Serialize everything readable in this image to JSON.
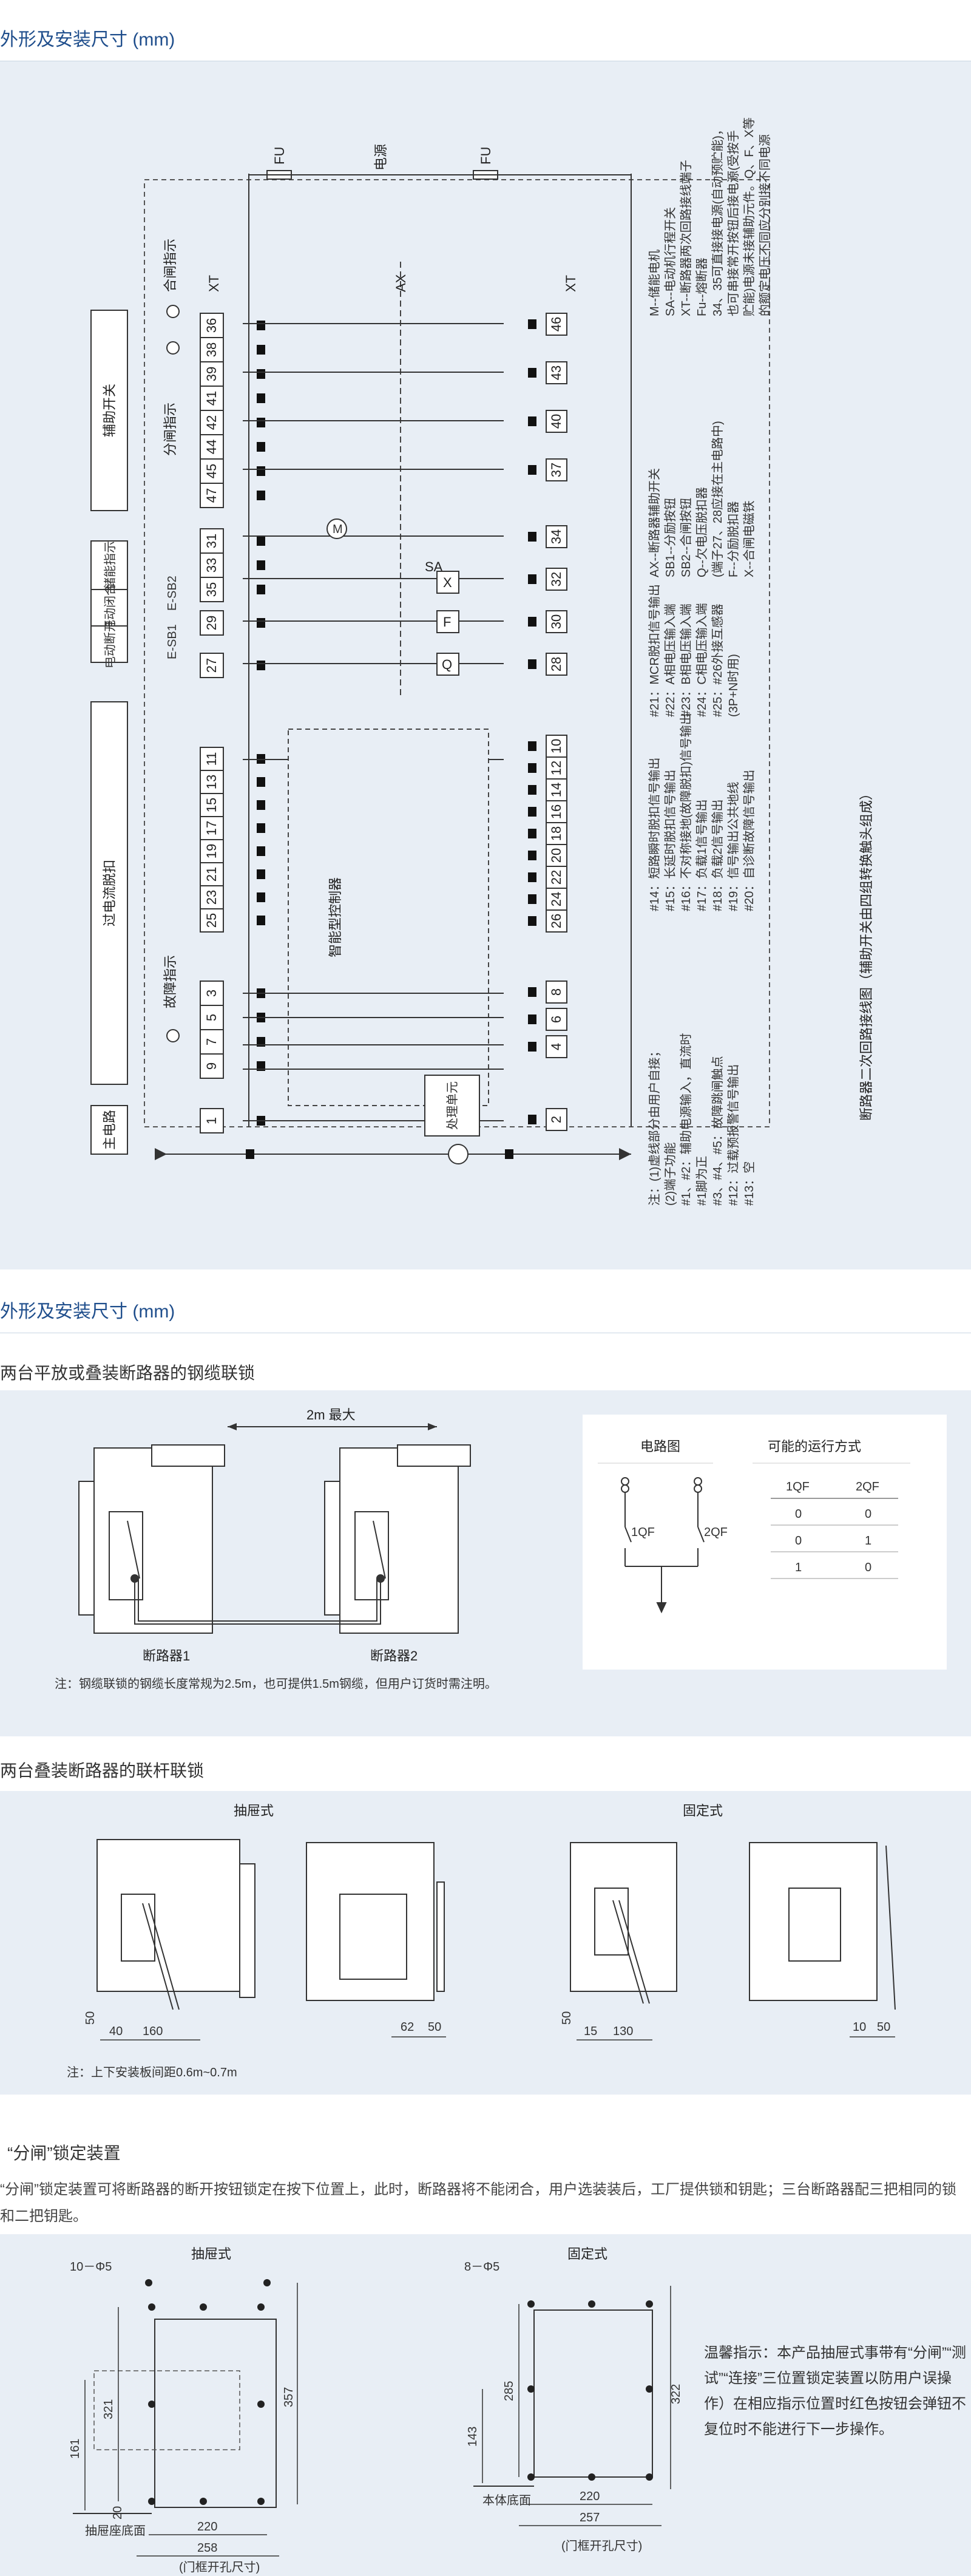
{
  "section1": {
    "title": "外形及安装尺寸 (mm)"
  },
  "wiring": {
    "left_blocks": {
      "aux_switch": "辅助开关",
      "energy_indicator": "储能指示",
      "motor_close": "电动闭合",
      "motor_open": "电动断开",
      "overcurrent": "过电流脱扣",
      "main_circuit": "主电路"
    },
    "labels": {
      "fu_left": "FU",
      "fu_right": "FU",
      "power": "电源",
      "xt_left": "XT",
      "xt_right": "XT",
      "ax": "AX",
      "close_indicator": "合闸指示",
      "open_indicator": "分闸指示",
      "fault_indicator": "故障指示",
      "controller": "智能型控制器",
      "processing_unit": "处理单元",
      "motor": "M",
      "sa": "SA",
      "e_sb2": "E-SB2",
      "e_sb1": "E-SB1",
      "x": "X",
      "f": "F",
      "q": "Q"
    },
    "left_terminals_top": [
      "36",
      "38",
      "39",
      "41",
      "42",
      "44",
      "45",
      "47"
    ],
    "left_terminals_energy": [
      "31",
      "33",
      "35"
    ],
    "left_terminals_motor": [
      "29"
    ],
    "left_terminals_27": [
      "27"
    ],
    "left_terminals_ctrl": [
      "11",
      "13",
      "15",
      "17",
      "19",
      "21",
      "23",
      "25"
    ],
    "left_terminals_fault": [
      "3",
      "5",
      "7",
      "9"
    ],
    "left_terminals_1": [
      "1"
    ],
    "right_terminals": [
      "46",
      "43",
      "40",
      "37",
      "34",
      "32",
      "30",
      "28"
    ],
    "right_terminals_ctrl": [
      "10",
      "12",
      "14",
      "16",
      "18",
      "20",
      "22",
      "24",
      "26"
    ],
    "right_terminals_bottom": [
      "8",
      "6",
      "4",
      "2"
    ],
    "notes_col1": [
      "注：(1)虚线部分由用户自接；",
      "(2)端子功能",
      "#1、#2：辅助电源输入，直流时",
      "#1脚为正",
      "#3、#4、#5：故障跳闸触点",
      "#12：过载预报警信号输出",
      "#13：空"
    ],
    "notes_col2": [
      "#14：短路瞬时脱扣信号输出",
      "#15：长延时脱扣信号输出",
      "#16：不对称接地(故障脱扣)信号输出",
      "#17：负载1信号输出",
      "#18：负载2信号输出",
      "#19：信号输出公共地线",
      "#20：自诊断故障信号输出"
    ],
    "notes_col3": [
      "#21：MCR脱扣信号输出",
      "#22：A相电压输入端",
      "#23：B相电压输入端",
      "#24：C相电压输入端",
      "#25：#26外接互感器",
      "(3P+N时用)"
    ],
    "notes_col4": [
      "AX--断路器辅助开关",
      "SB1--分励按钮",
      "SB2--合闸按钮",
      "Q--欠电压脱扣器",
      "(端子27、28应接在主电路中)",
      "F--分励脱扣器",
      "X--合闸电磁铁"
    ],
    "notes_col5": [
      "M--储能电机",
      "SA--电动机行程开关",
      "XT--断路器两次回路接线端子",
      "Fu--熔断器",
      "34、35可直接接电源(自动预贮能)，",
      "也可串接常开按钮后接电源(受按手",
      "贮能)电源未接辅助元件。Q、F、X等",
      "的额定电压不同应分别接不同电源"
    ],
    "caption": "断路器二次回路接线图（辅助开关由四组转换触头组成）"
  },
  "section2": {
    "title": "外形及安装尺寸 (mm)"
  },
  "cable_lock": {
    "title": "两台平放或叠装断路器的钢缆联锁",
    "max_len": "2m 最大",
    "breaker1": "断路器1",
    "breaker2": "断路器2",
    "note": "注：钢缆联锁的钢缆长度常规为2.5m，也可提供1.5m钢缆，但用户订货时需注明。",
    "circuit_label": "电路图",
    "run_label": "可能的运行方式",
    "qf1": "1QF",
    "qf2": "2QF",
    "table_headers": [
      "1QF",
      "2QF"
    ],
    "table_rows": [
      [
        "0",
        "0"
      ],
      [
        "0",
        "1"
      ],
      [
        "1",
        "0"
      ]
    ]
  },
  "rod_lock": {
    "title": "两台叠装断路器的联杆联锁",
    "drawout": "抽屉式",
    "fixed": "固定式",
    "dims_left": [
      "50",
      "40",
      "160"
    ],
    "dims_mid": [
      "62",
      "50"
    ],
    "dims_fixed_left": [
      "50",
      "15",
      "130"
    ],
    "dims_fixed_right": [
      "10",
      "50"
    ],
    "note": "注：上下安装板间距0.6m~0.7m"
  },
  "lock_device": {
    "title": "“分闸”锁定装置",
    "paragraph": "“分闸”锁定装置可将断路器的断开按钮锁定在按下位置上，此时，断路器将不能闭合，用户选装装后，工厂提供锁和钥匙；三台断路器配三把相同的锁和二把钥匙。",
    "drawout": "抽屉式",
    "fixed": "固定式",
    "holes_left": "10－Φ5",
    "holes_right": "8－Φ5",
    "left_dims": {
      "d321": "321",
      "d161": "161",
      "d357": "357",
      "d220": "220",
      "d258": "258",
      "d20": "20"
    },
    "right_dims": {
      "d285": "285",
      "d143": "143",
      "d322": "322",
      "d220": "220",
      "d257": "257"
    },
    "base_left": "抽屉座底面",
    "base_right": "本体底面",
    "door_cut": "(门框开孔尺寸)",
    "warm_tip": "温馨指示：本产品抽屉式事带有“分闸”“测试”“连接”三位置锁定装置以防用户误操作）在相应指示位置时红色按钮会弹钮不复位时不能进行下一步操作。"
  }
}
